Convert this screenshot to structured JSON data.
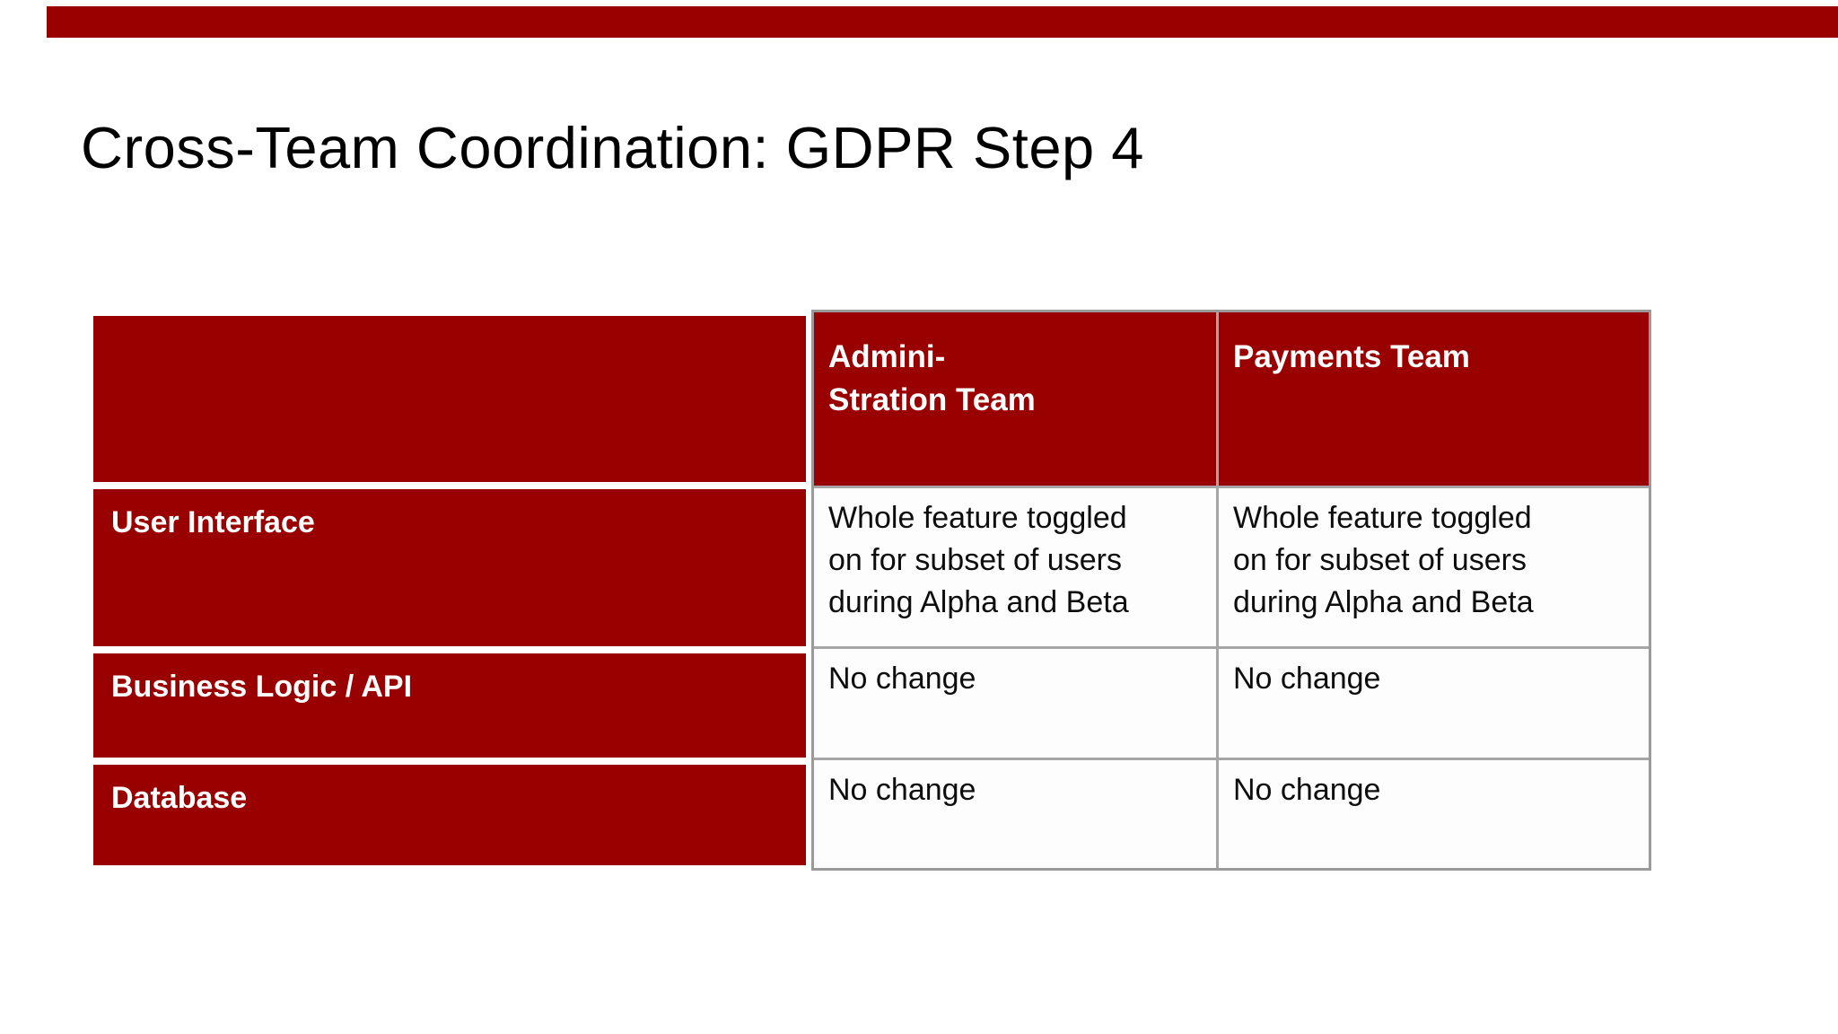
{
  "slide": {
    "title": "Cross-Team Coordination: GDPR Step 4",
    "accent_color": "#990000",
    "grid_line_color": "#a6a6a6"
  },
  "table": {
    "corner_label": "",
    "column_headers": [
      "Admini-\nStration Team",
      "Payments Team"
    ],
    "row_headers": [
      "User Interface",
      "Business Logic / API",
      "Database"
    ],
    "rows": [
      [
        "Whole feature toggled\non for subset of users\nduring Alpha and Beta",
        "Whole feature toggled\non for subset of users\nduring Alpha and Beta"
      ],
      [
        "No change",
        "No change"
      ],
      [
        "No change",
        "No change"
      ]
    ]
  }
}
